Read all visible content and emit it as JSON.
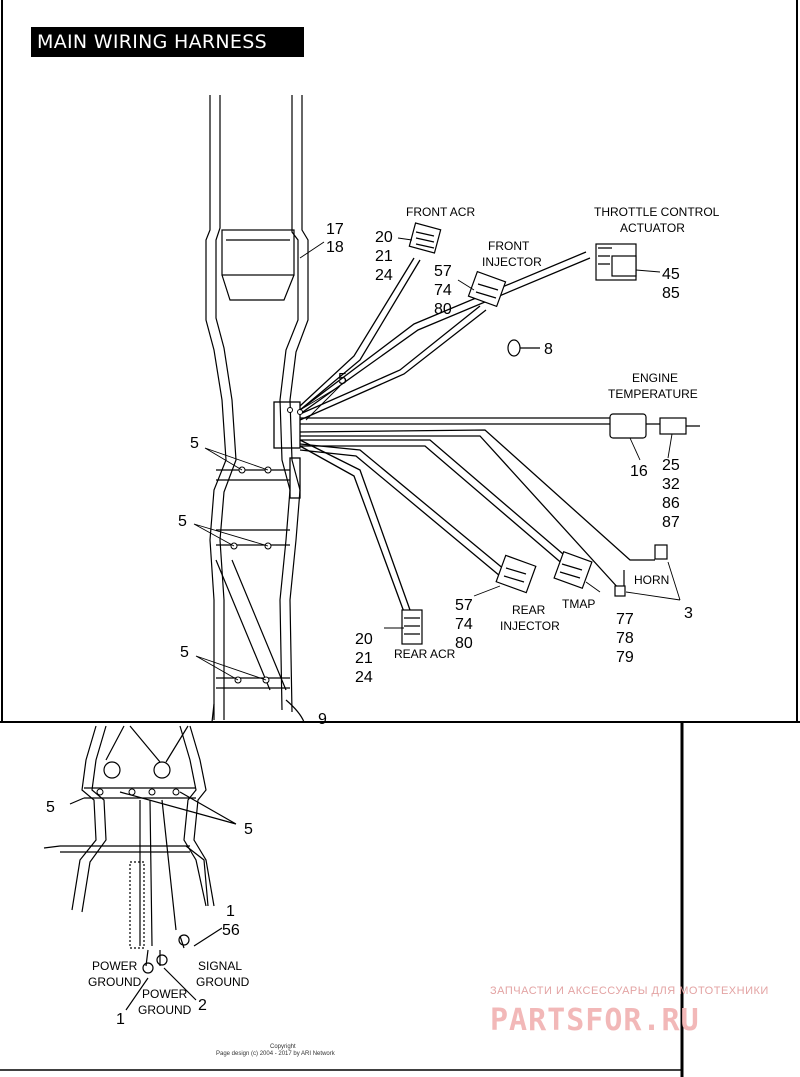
{
  "title": "MAIN WIRING HARNESS",
  "labels": {
    "front_acr": "FRONT ACR",
    "front_injector_1": "FRONT",
    "front_injector_2": "INJECTOR",
    "throttle_1": "THROTTLE CONTROL",
    "throttle_2": "ACTUATOR",
    "engine_temp_1": "ENGINE",
    "engine_temp_2": "TEMPERATURE",
    "horn": "HORN",
    "tmap": "TMAP",
    "rear_injector_1": "REAR",
    "rear_injector_2": "INJECTOR",
    "rear_acr": "REAR ACR",
    "power_ground_left_1": "POWER",
    "power_ground_left_2": "GROUND",
    "power_ground_center_1": "POWER",
    "power_ground_center_2": "GROUND",
    "signal_ground_1": "SIGNAL",
    "signal_ground_2": "GROUND"
  },
  "callouts": {
    "c17": "17",
    "c18": "18",
    "front_acr_a": "20",
    "front_acr_b": "21",
    "front_acr_c": "24",
    "front_inj_a": "57",
    "front_inj_b": "74",
    "front_inj_c": "80",
    "throttle_a": "45",
    "throttle_b": "85",
    "c8": "8",
    "c5_harness": "5",
    "c5_upper": "5",
    "c5_mid": "5",
    "c5_lower": "5",
    "c5_bottom_left": "5",
    "c5_bottom_right": "5",
    "c16": "16",
    "temp_a": "25",
    "temp_b": "32",
    "temp_c": "86",
    "temp_d": "87",
    "c3": "3",
    "tmap_a": "77",
    "tmap_b": "78",
    "tmap_c": "79",
    "rear_inj_a": "57",
    "rear_inj_b": "74",
    "rear_inj_c": "80",
    "rear_acr_a": "20",
    "rear_acr_b": "21",
    "rear_acr_c": "24",
    "c9": "9",
    "signal_a": "1",
    "signal_b": "56",
    "c1": "1",
    "c2": "2"
  },
  "footer": {
    "copyright": "Copyright",
    "page_design": "Page design (c) 2004 - 2017 by ARI Network"
  },
  "watermark": {
    "line1": "ЗАПЧАСТИ И АКСЕССУАРЫ ДЛЯ МОТОТЕХНИКИ",
    "line2": "PARTSFOR.RU"
  }
}
